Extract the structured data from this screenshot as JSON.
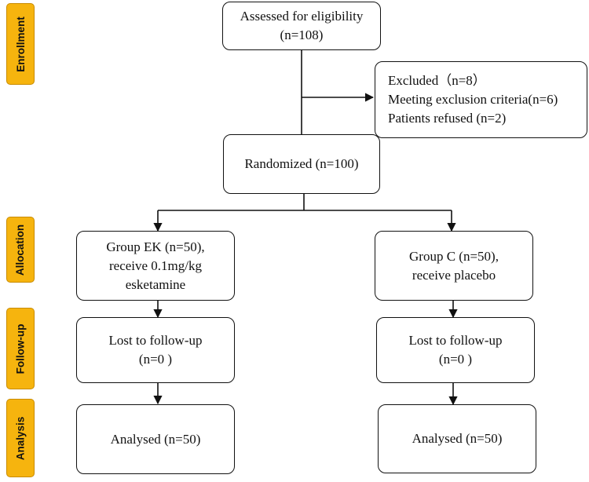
{
  "stages": {
    "enrollment": "Enrollment",
    "allocation": "Allocation",
    "follow_up": "Follow-up",
    "analysis": "Analysis"
  },
  "assessed": {
    "line1": "Assessed for eligibility",
    "line2": "(n=108)"
  },
  "excluded": {
    "line1": "Excluded（n=8）",
    "line2": "Meeting exclusion criteria(n=6)",
    "line3": "Patients refused (n=2)"
  },
  "randomized": {
    "line1": "Randomized (n=100)"
  },
  "group_ek": {
    "allocation": {
      "line1": "Group EK (n=50),",
      "line2": "receive 0.1mg/kg",
      "line3": "esketamine"
    },
    "follow_up": {
      "line1": "Lost to follow-up",
      "line2": "(n=0 )"
    },
    "analysis": {
      "line1": "Analysed (n=50)"
    }
  },
  "group_c": {
    "allocation": {
      "line1": "Group C (n=50),",
      "line2": "receive placebo"
    },
    "follow_up": {
      "line1": "Lost to follow-up",
      "line2": "(n=0 )"
    },
    "analysis": {
      "line1": "Analysed (n=50)"
    }
  }
}
